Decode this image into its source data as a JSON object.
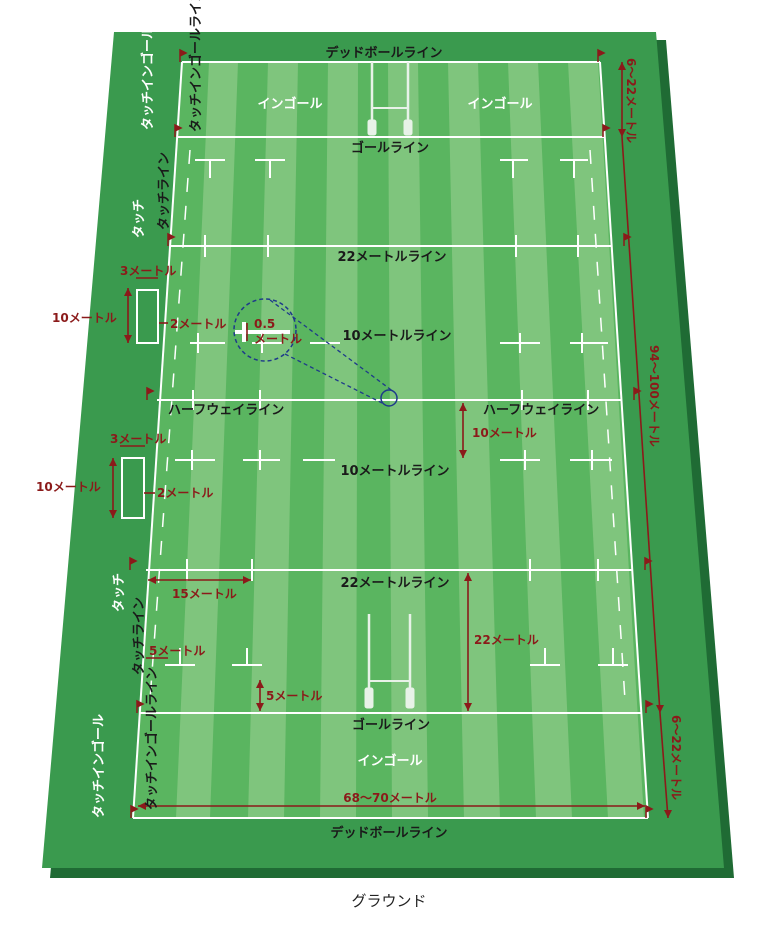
{
  "colors": {
    "ground": "#2f8f46",
    "ground_shadow": "#1f6b34",
    "field_dark": "#59b35f",
    "field_light": "#8cc987",
    "line": "#ffffff",
    "dimension": "#8b1a1a",
    "flag": "#8b1a1a",
    "text_dark": "#1a1a1a"
  },
  "lines": {
    "dead_ball_top": "デッドボールライン",
    "dead_ball_bottom": "デッドボールライン",
    "goal_top": "ゴールライン",
    "goal_bottom": "ゴールライン",
    "line22_top": "22メートルライン",
    "line22_bottom": "22メートルライン",
    "line10_top": "10メートルライン",
    "line10_bottom": "10メートルライン",
    "halfway_left": "ハーフウェイライン",
    "halfway_right": "ハーフウェイライン"
  },
  "areas": {
    "in_goal_top_left": "インゴール",
    "in_goal_top_right": "インゴール",
    "in_goal_bottom": "インゴール",
    "touch_top": "タッチ",
    "touch_bottom": "タッチ",
    "touch_line_top": "タッチライン",
    "touch_line_bottom": "タッチライン",
    "touch_in_goal_top_outer": "タッチインゴール",
    "touch_in_goal_bottom_outer": "タッチインゴール",
    "touch_in_goal_line_top": "タッチインゴールライン",
    "touch_in_goal_line_bottom": "タッチインゴールライン"
  },
  "dimensions": {
    "in_goal_depth_top": "6〜22メートル",
    "in_goal_depth_bottom": "6〜22メートル",
    "field_length": "94〜100メートル",
    "field_width": "68〜70メートル",
    "box_width_top": "3メートル",
    "box_length_top": "10メートル",
    "box_gap_top": "2メートル",
    "box_width_bottom": "3メートル",
    "box_length_bottom": "10メートル",
    "box_gap_bottom": "2メートル",
    "halfway_to_10m": "10メートル",
    "line_15m": "15メートル",
    "line_5m_side": "5メートル",
    "line_5m_goal": "5メートル",
    "goal_to_22m": "22メートル",
    "mark_size_value": "0.5",
    "mark_size_unit": "メートル"
  },
  "caption": "グラウンド"
}
